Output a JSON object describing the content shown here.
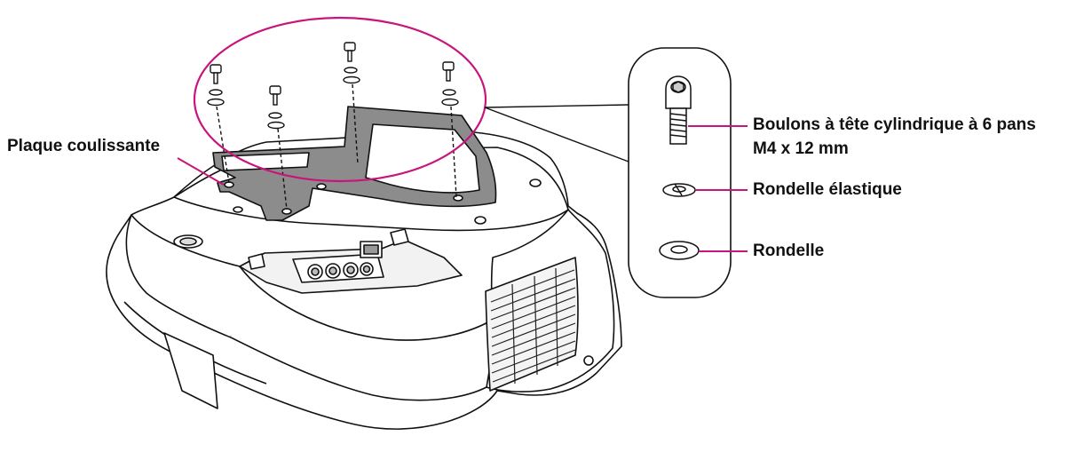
{
  "labels": {
    "slide_plate": "Plaque coulissante",
    "bolts_line1": "Boulons à tête cylindrique à 6 pans",
    "bolts_line2": "M4 x 12 mm",
    "spring_washer": "Rondelle élastique",
    "washer": "Rondelle"
  },
  "colors": {
    "leader": "#c8147c",
    "outline": "#111111",
    "plate": "#8c8c8c",
    "body": "#ffffff",
    "shadow": "#dedede"
  }
}
